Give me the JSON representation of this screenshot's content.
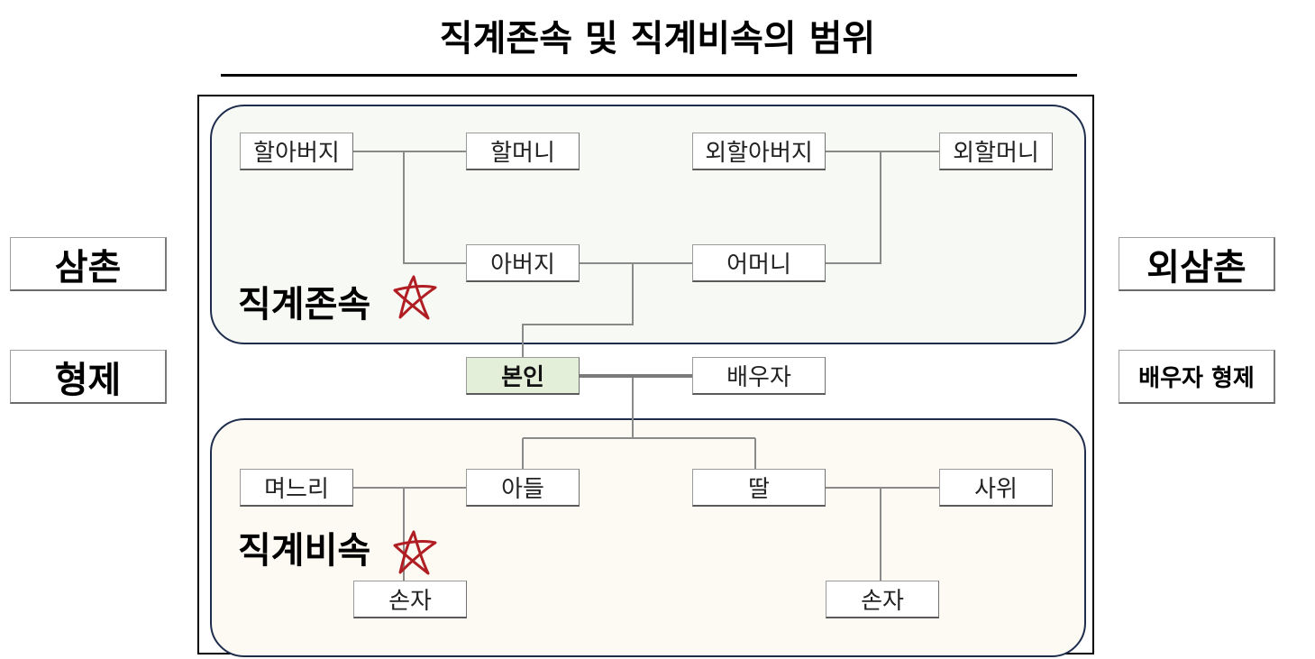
{
  "title": "직계존속 및 직계비속의 범위",
  "side_labels": {
    "left_top": "삼촌",
    "left_bottom": "형제",
    "right_top": "외삼촌",
    "right_bottom": "배우자 형제"
  },
  "ascendants": {
    "label": "직계존속",
    "grandfather": "할아버지",
    "grandmother": "할머니",
    "maternal_grandfather": "외할아버지",
    "maternal_grandmother": "외할머니",
    "father": "아버지",
    "mother": "어머니"
  },
  "center": {
    "self": "본인",
    "spouse": "배우자"
  },
  "descendants": {
    "label": "직계비속",
    "daughter_in_law": "며느리",
    "son": "아들",
    "daughter": "딸",
    "son_in_law": "사위",
    "grandchild_left": "손자",
    "grandchild_right": "손자"
  },
  "colors": {
    "region_border": "#1f2d4d",
    "ascendant_fill": "#f7f9f5",
    "descendant_fill": "#fdfaf3",
    "self_fill": "#e3efd9",
    "star": "#b01e23"
  },
  "icons": [
    "star-icon"
  ]
}
